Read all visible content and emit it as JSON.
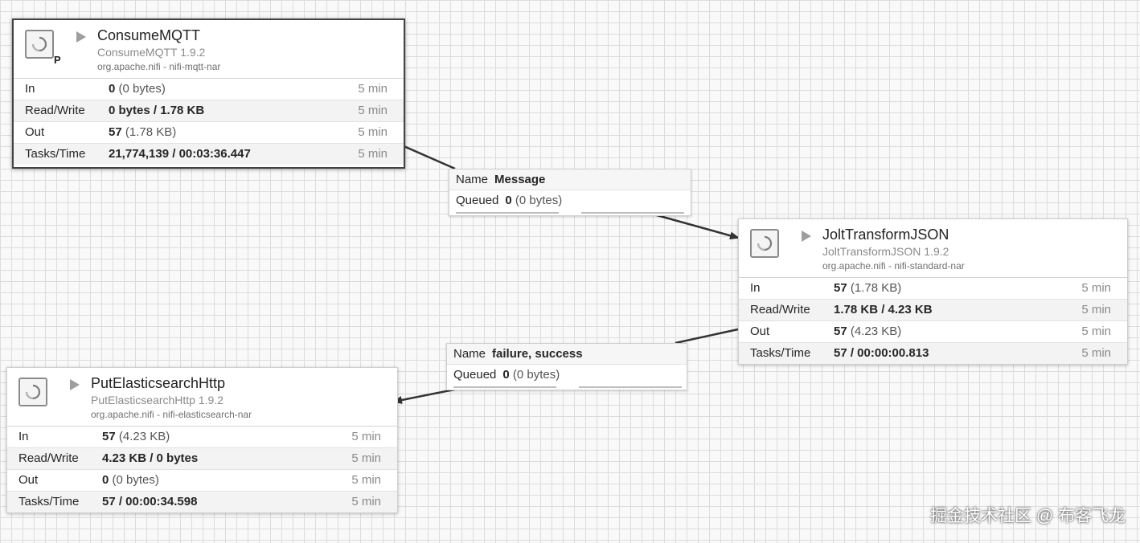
{
  "processors": [
    {
      "name": "ConsumeMQTT",
      "type": "ConsumeMQTT 1.9.2",
      "bundle": "org.apache.nifi - nifi-mqtt-nar",
      "badge": "P",
      "stats": {
        "in_label": "In",
        "in_value": "0",
        "in_detail": "(0 bytes)",
        "in_time": "5 min",
        "rw_label": "Read/Write",
        "rw_value": "0 bytes / 1.78 KB",
        "rw_time": "5 min",
        "out_label": "Out",
        "out_value": "57",
        "out_detail": "(1.78 KB)",
        "out_time": "5 min",
        "tasks_label": "Tasks/Time",
        "tasks_value": "21,774,139 / 00:03:36.447",
        "tasks_time": "5 min"
      }
    },
    {
      "name": "JoltTransformJSON",
      "type": "JoltTransformJSON 1.9.2",
      "bundle": "org.apache.nifi - nifi-standard-nar",
      "stats": {
        "in_label": "In",
        "in_value": "57",
        "in_detail": "(1.78 KB)",
        "in_time": "5 min",
        "rw_label": "Read/Write",
        "rw_value": "1.78 KB / 4.23 KB",
        "rw_time": "5 min",
        "out_label": "Out",
        "out_value": "57",
        "out_detail": "(4.23 KB)",
        "out_time": "5 min",
        "tasks_label": "Tasks/Time",
        "tasks_value": "57 / 00:00:00.813",
        "tasks_time": "5 min"
      }
    },
    {
      "name": "PutElasticsearchHttp",
      "type": "PutElasticsearchHttp 1.9.2",
      "bundle": "org.apache.nifi - nifi-elasticsearch-nar",
      "stats": {
        "in_label": "In",
        "in_value": "57",
        "in_detail": "(4.23 KB)",
        "in_time": "5 min",
        "rw_label": "Read/Write",
        "rw_value": "4.23 KB / 0 bytes",
        "rw_time": "5 min",
        "out_label": "Out",
        "out_value": "0",
        "out_detail": "(0 bytes)",
        "out_time": "5 min",
        "tasks_label": "Tasks/Time",
        "tasks_value": "57 / 00:00:34.598",
        "tasks_time": "5 min"
      }
    }
  ],
  "connections": [
    {
      "name_label": "Name",
      "name_value": "Message",
      "queued_label": "Queued",
      "queued_count": "0",
      "queued_detail": "(0 bytes)"
    },
    {
      "name_label": "Name",
      "name_value": "failure, success",
      "queued_label": "Queued",
      "queued_count": "0",
      "queued_detail": "(0 bytes)"
    }
  ],
  "watermark": "掘金技术社区 @ 布客飞龙",
  "icons": {
    "processor": "processor-icon",
    "run": "run-state-icon"
  },
  "colors": {
    "canvas": "#f9f9f9",
    "grid": "#dcdcdc",
    "edge": "#333333",
    "selected_border": "#444444"
  }
}
